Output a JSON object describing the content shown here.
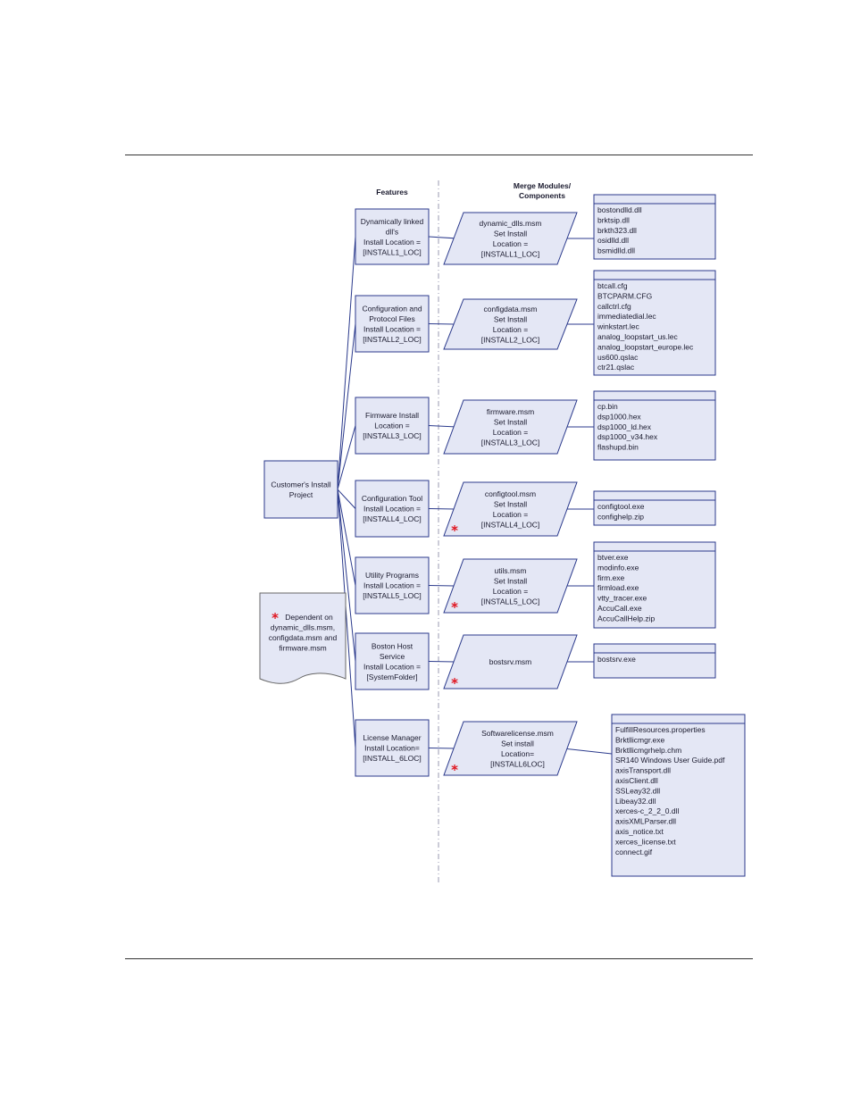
{
  "headers": {
    "features": "Features",
    "modules_line1": "Merge Modules/",
    "modules_line2": "Components"
  },
  "project": {
    "lines": [
      "Customer's Install",
      "Project"
    ]
  },
  "note": {
    "star": "*",
    "lines": [
      "Dependent on",
      "dynamic_dlls.msm,",
      "configdata.msm and",
      "firmware.msm"
    ]
  },
  "colors": {
    "fill": "#e4e7f5",
    "stroke": "#2b3a8c",
    "star": "#e0141e"
  },
  "rows": [
    {
      "feature": [
        "Dynamically linked",
        "dll's",
        "Install Location =",
        "[INSTALL1_LOC]"
      ],
      "module": [
        "dynamic_dlls.msm",
        "Set Install",
        "Location =",
        "[INSTALL1_LOC]"
      ],
      "dependent": false,
      "files": [
        "bostondlld.dll",
        "brktsip.dll",
        "brkth323.dll",
        "osidlld.dll",
        "bsmidlld.dll"
      ]
    },
    {
      "feature": [
        "Configuration and",
        "Protocol Files",
        "Install Location =",
        "[INSTALL2_LOC]"
      ],
      "module": [
        "configdata.msm",
        "Set Install",
        "Location =",
        "[INSTALL2_LOC]"
      ],
      "dependent": false,
      "files": [
        "btcall.cfg",
        "BTCPARM.CFG",
        "callctrl.cfg",
        "immediatedial.lec",
        "winkstart.lec",
        "analog_loopstart_us.lec",
        "analog_loopstart_europe.lec",
        "us600.qslac",
        "ctr21.qslac"
      ]
    },
    {
      "feature": [
        "Firmware Install",
        "Location =",
        "[INSTALL3_LOC]"
      ],
      "module": [
        "firmware.msm",
        "Set Install",
        "Location =",
        "[INSTALL3_LOC]"
      ],
      "dependent": false,
      "files": [
        "cp.bin",
        "dsp1000.hex",
        "dsp1000_ld.hex",
        "dsp1000_v34.hex",
        "flashupd.bin"
      ]
    },
    {
      "feature": [
        "Configuration Tool",
        "Install Location =",
        "[INSTALL4_LOC]"
      ],
      "module": [
        "configtool.msm",
        "Set Install",
        "Location =",
        "[INSTALL4_LOC]"
      ],
      "dependent": true,
      "files": [
        "configtool.exe",
        "confighelp.zip"
      ]
    },
    {
      "feature": [
        "Utility Programs",
        "Install Location =",
        "[INSTALL5_LOC]"
      ],
      "module": [
        "utils.msm",
        "Set Install",
        "Location =",
        "[INSTALL5_LOC]"
      ],
      "dependent": true,
      "files": [
        "btver.exe",
        "modinfo.exe",
        "firm.exe",
        "firmload.exe",
        "vtty_tracer.exe",
        "AccuCall.exe",
        "AccuCallHelp.zip"
      ]
    },
    {
      "feature": [
        "Boston Host",
        "Service",
        "Install Location =",
        "[SystemFolder]"
      ],
      "module": [
        "bostsrv.msm"
      ],
      "dependent": true,
      "files": [
        "bostsrv.exe"
      ]
    },
    {
      "feature": [
        "License Manager",
        "Install Location=",
        "[INSTALL_6LOC]"
      ],
      "module": [
        "Softwarelicense.msm",
        "Set install",
        "Location=",
        "[INSTALL6LOC]"
      ],
      "dependent": true,
      "files": [
        "FulfillResources.properties",
        "Brktllicmgr.exe",
        "Brktllicmgrhelp.chm",
        "SR140 Windows User Guide.pdf",
        "axisTransport.dll",
        "axisClient.dll",
        "SSLeay32.dll",
        "Libeay32.dll",
        "xerces-c_2_2_0.dll",
        "axisXMLParser.dll",
        "axis_notice.txt",
        "xerces_license.txt",
        "connect.gif"
      ]
    }
  ]
}
